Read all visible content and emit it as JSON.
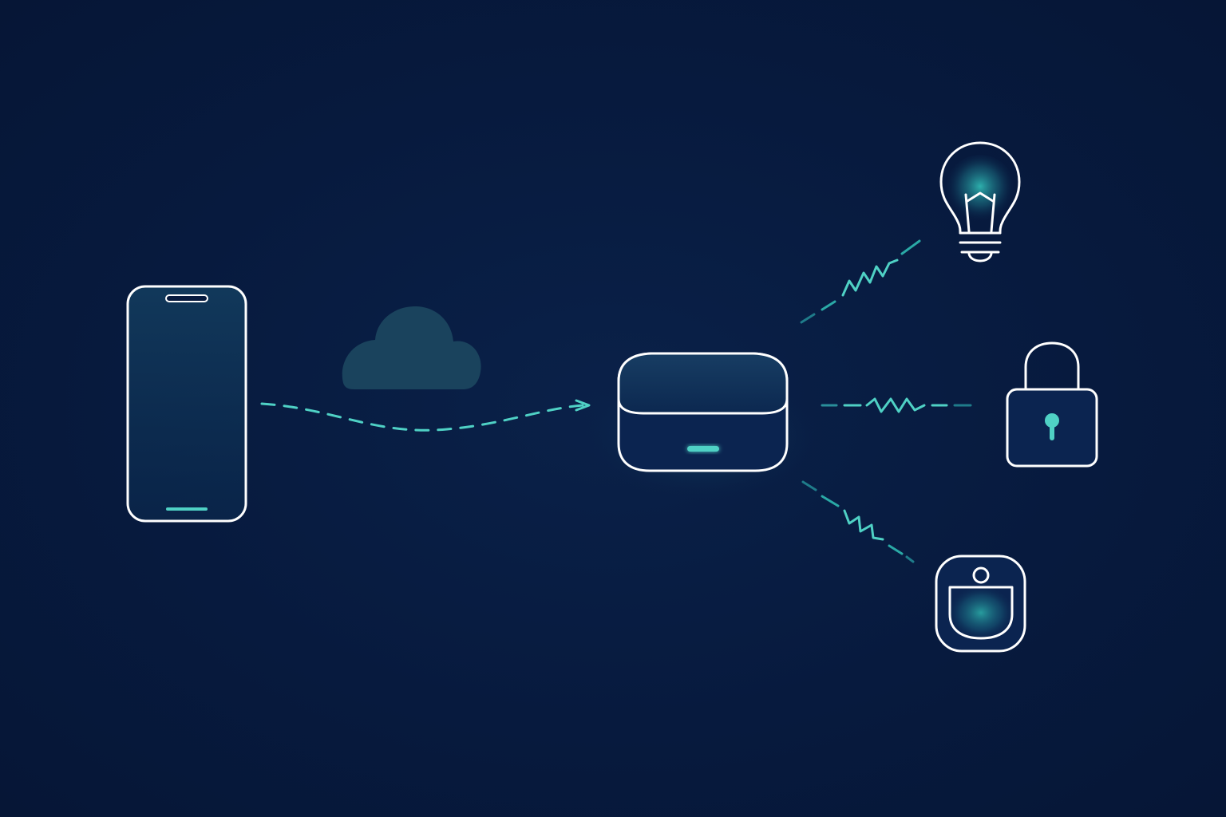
{
  "colors": {
    "background": "#071a3e",
    "outline": "#ffffff",
    "accent": "#4fd1c5",
    "glow": "#2ba8a8",
    "device_fill": "#123a5c",
    "cloud_fill": "#1d4a62"
  },
  "nodes": {
    "phone": {
      "icon": "smartphone-icon"
    },
    "cloud": {
      "icon": "cloud-icon"
    },
    "hub": {
      "icon": "smart-hub-icon"
    },
    "bulb": {
      "icon": "light-bulb-icon"
    },
    "lock": {
      "icon": "padlock-icon"
    },
    "sensor": {
      "icon": "motion-sensor-icon"
    }
  },
  "connections": [
    {
      "from": "phone",
      "to": "hub",
      "style": "dashed-arrow"
    },
    {
      "from": "hub",
      "to": "bulb",
      "style": "dashed-zigzag"
    },
    {
      "from": "hub",
      "to": "lock",
      "style": "dashed-zigzag"
    },
    {
      "from": "hub",
      "to": "sensor",
      "style": "dashed-zigzag"
    }
  ]
}
